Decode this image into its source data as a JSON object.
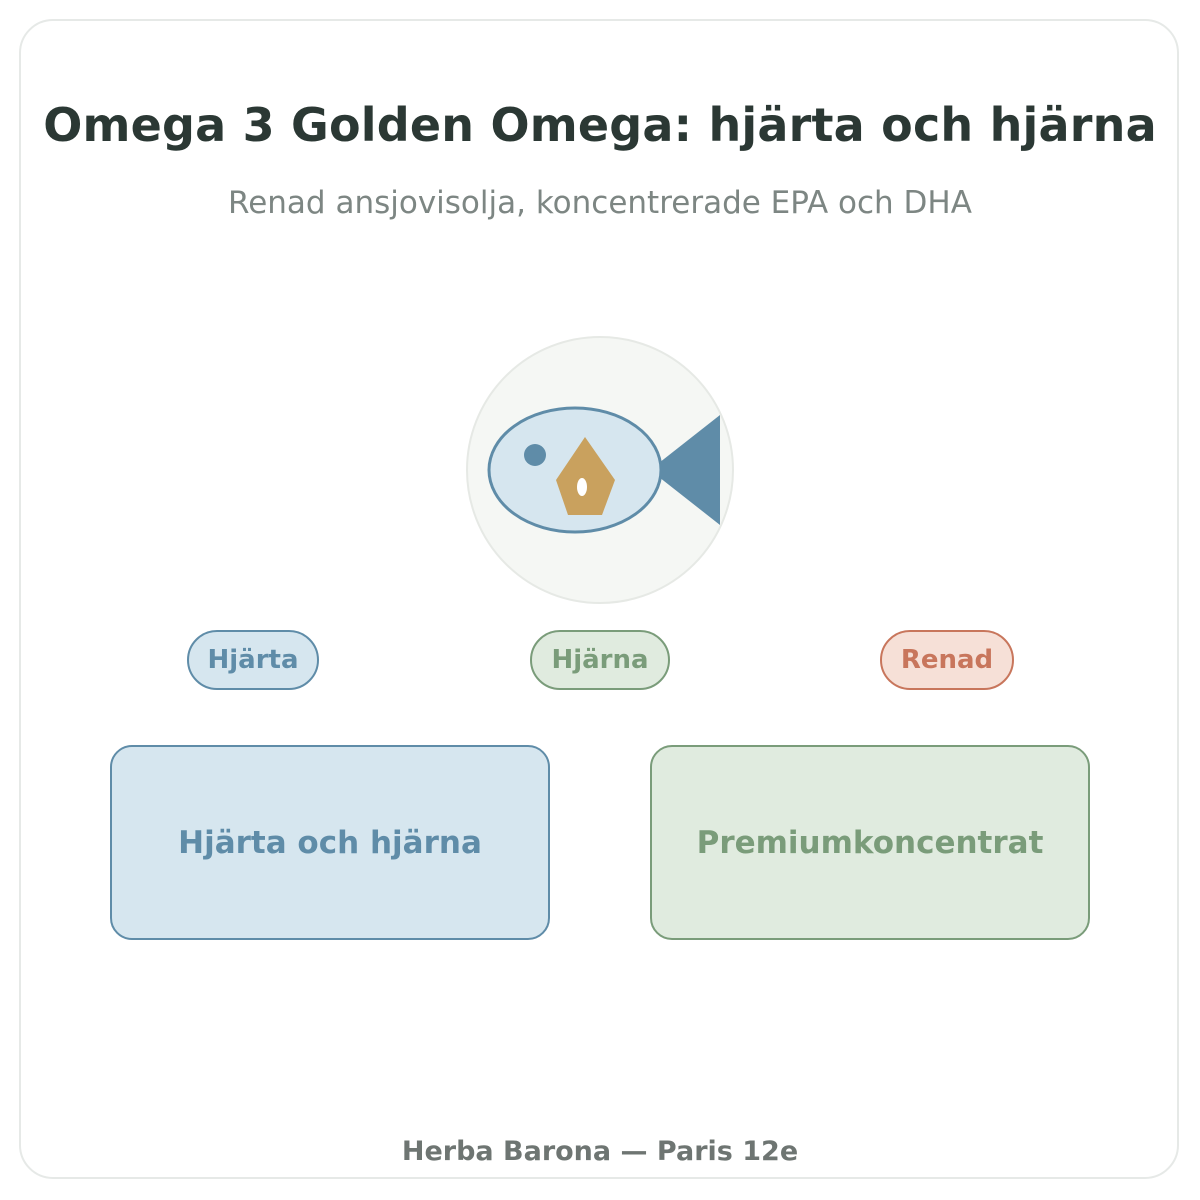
{
  "header": {
    "title": "Omega 3 Golden Omega: hjärta och hjärna",
    "subtitle": "Renad ansjovisolja, koncentrerade EPA och DHA"
  },
  "emblem": {
    "icon": "fish-icon",
    "inner_icon": "oil-drop-icon",
    "colors": {
      "circle_fill": "#f5f7f4",
      "circle_stroke": "#e6e9e5",
      "fish_body": "#d6e6ef",
      "fish_stroke": "#5f8ca8",
      "fish_tail": "#5f8ca8",
      "fish_eye": "#5f8ca8",
      "drop": "#c9a15e"
    }
  },
  "tags": [
    {
      "label": "Hjärta",
      "color": "#5f8ca8"
    },
    {
      "label": "Hjärna",
      "color": "#7a9c7a"
    },
    {
      "label": "Renad",
      "color": "#c8765c"
    }
  ],
  "panels": [
    {
      "label": "Hjärta och hjärna",
      "color": "#5f8ca8"
    },
    {
      "label": "Premiumkoncentrat",
      "color": "#7a9c7a"
    }
  ],
  "footer": {
    "text": "Herba Barona — Paris 12e"
  }
}
